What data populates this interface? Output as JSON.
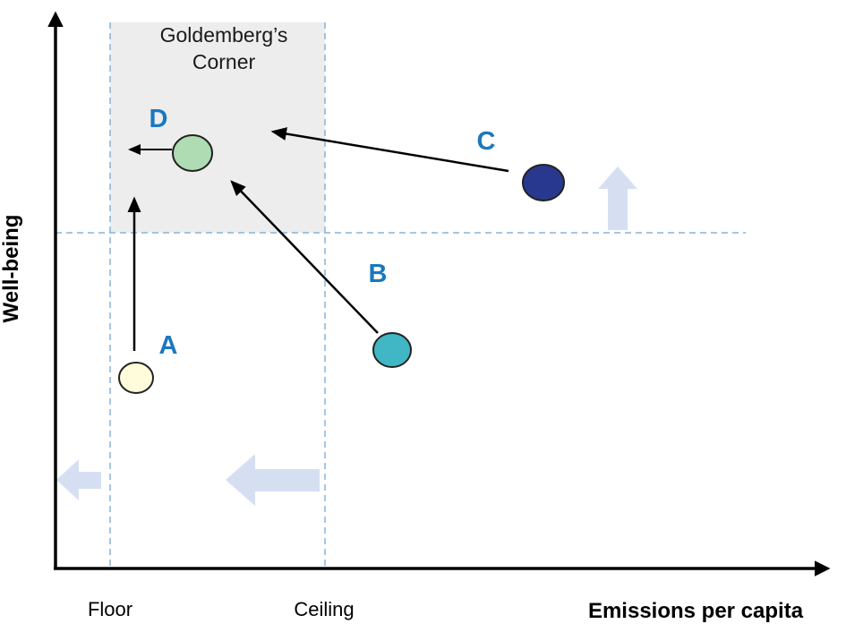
{
  "diagram": {
    "type": "conceptual-scatter",
    "title_lines": [
      "Goldemberg’s",
      "Corner"
    ],
    "region": {
      "name": "Goldemberg's Corner",
      "fill": "#ededed"
    },
    "axes": {
      "x_label": "Emissions per capita",
      "y_label": "Well-being"
    },
    "x_ticks": [
      "Floor",
      "Ceiling"
    ],
    "points": [
      {
        "id": "A",
        "label": "A",
        "fill": "#fffcdc",
        "movement": "up"
      },
      {
        "id": "B",
        "label": "B",
        "fill": "#41b6c4",
        "movement": "up-left toward corner"
      },
      {
        "id": "C",
        "label": "C",
        "fill": "#29388f",
        "movement": "left toward corner"
      },
      {
        "id": "D",
        "label": "D",
        "fill": "#afdcb2",
        "movement": "left"
      }
    ],
    "colors": {
      "point_label": "#1b78be",
      "point_outline": "#222222",
      "dashed_line": "#85b3d9",
      "block_arrow": "#d6dff2",
      "axis": "#000000",
      "region_fill": "#ededed"
    }
  }
}
